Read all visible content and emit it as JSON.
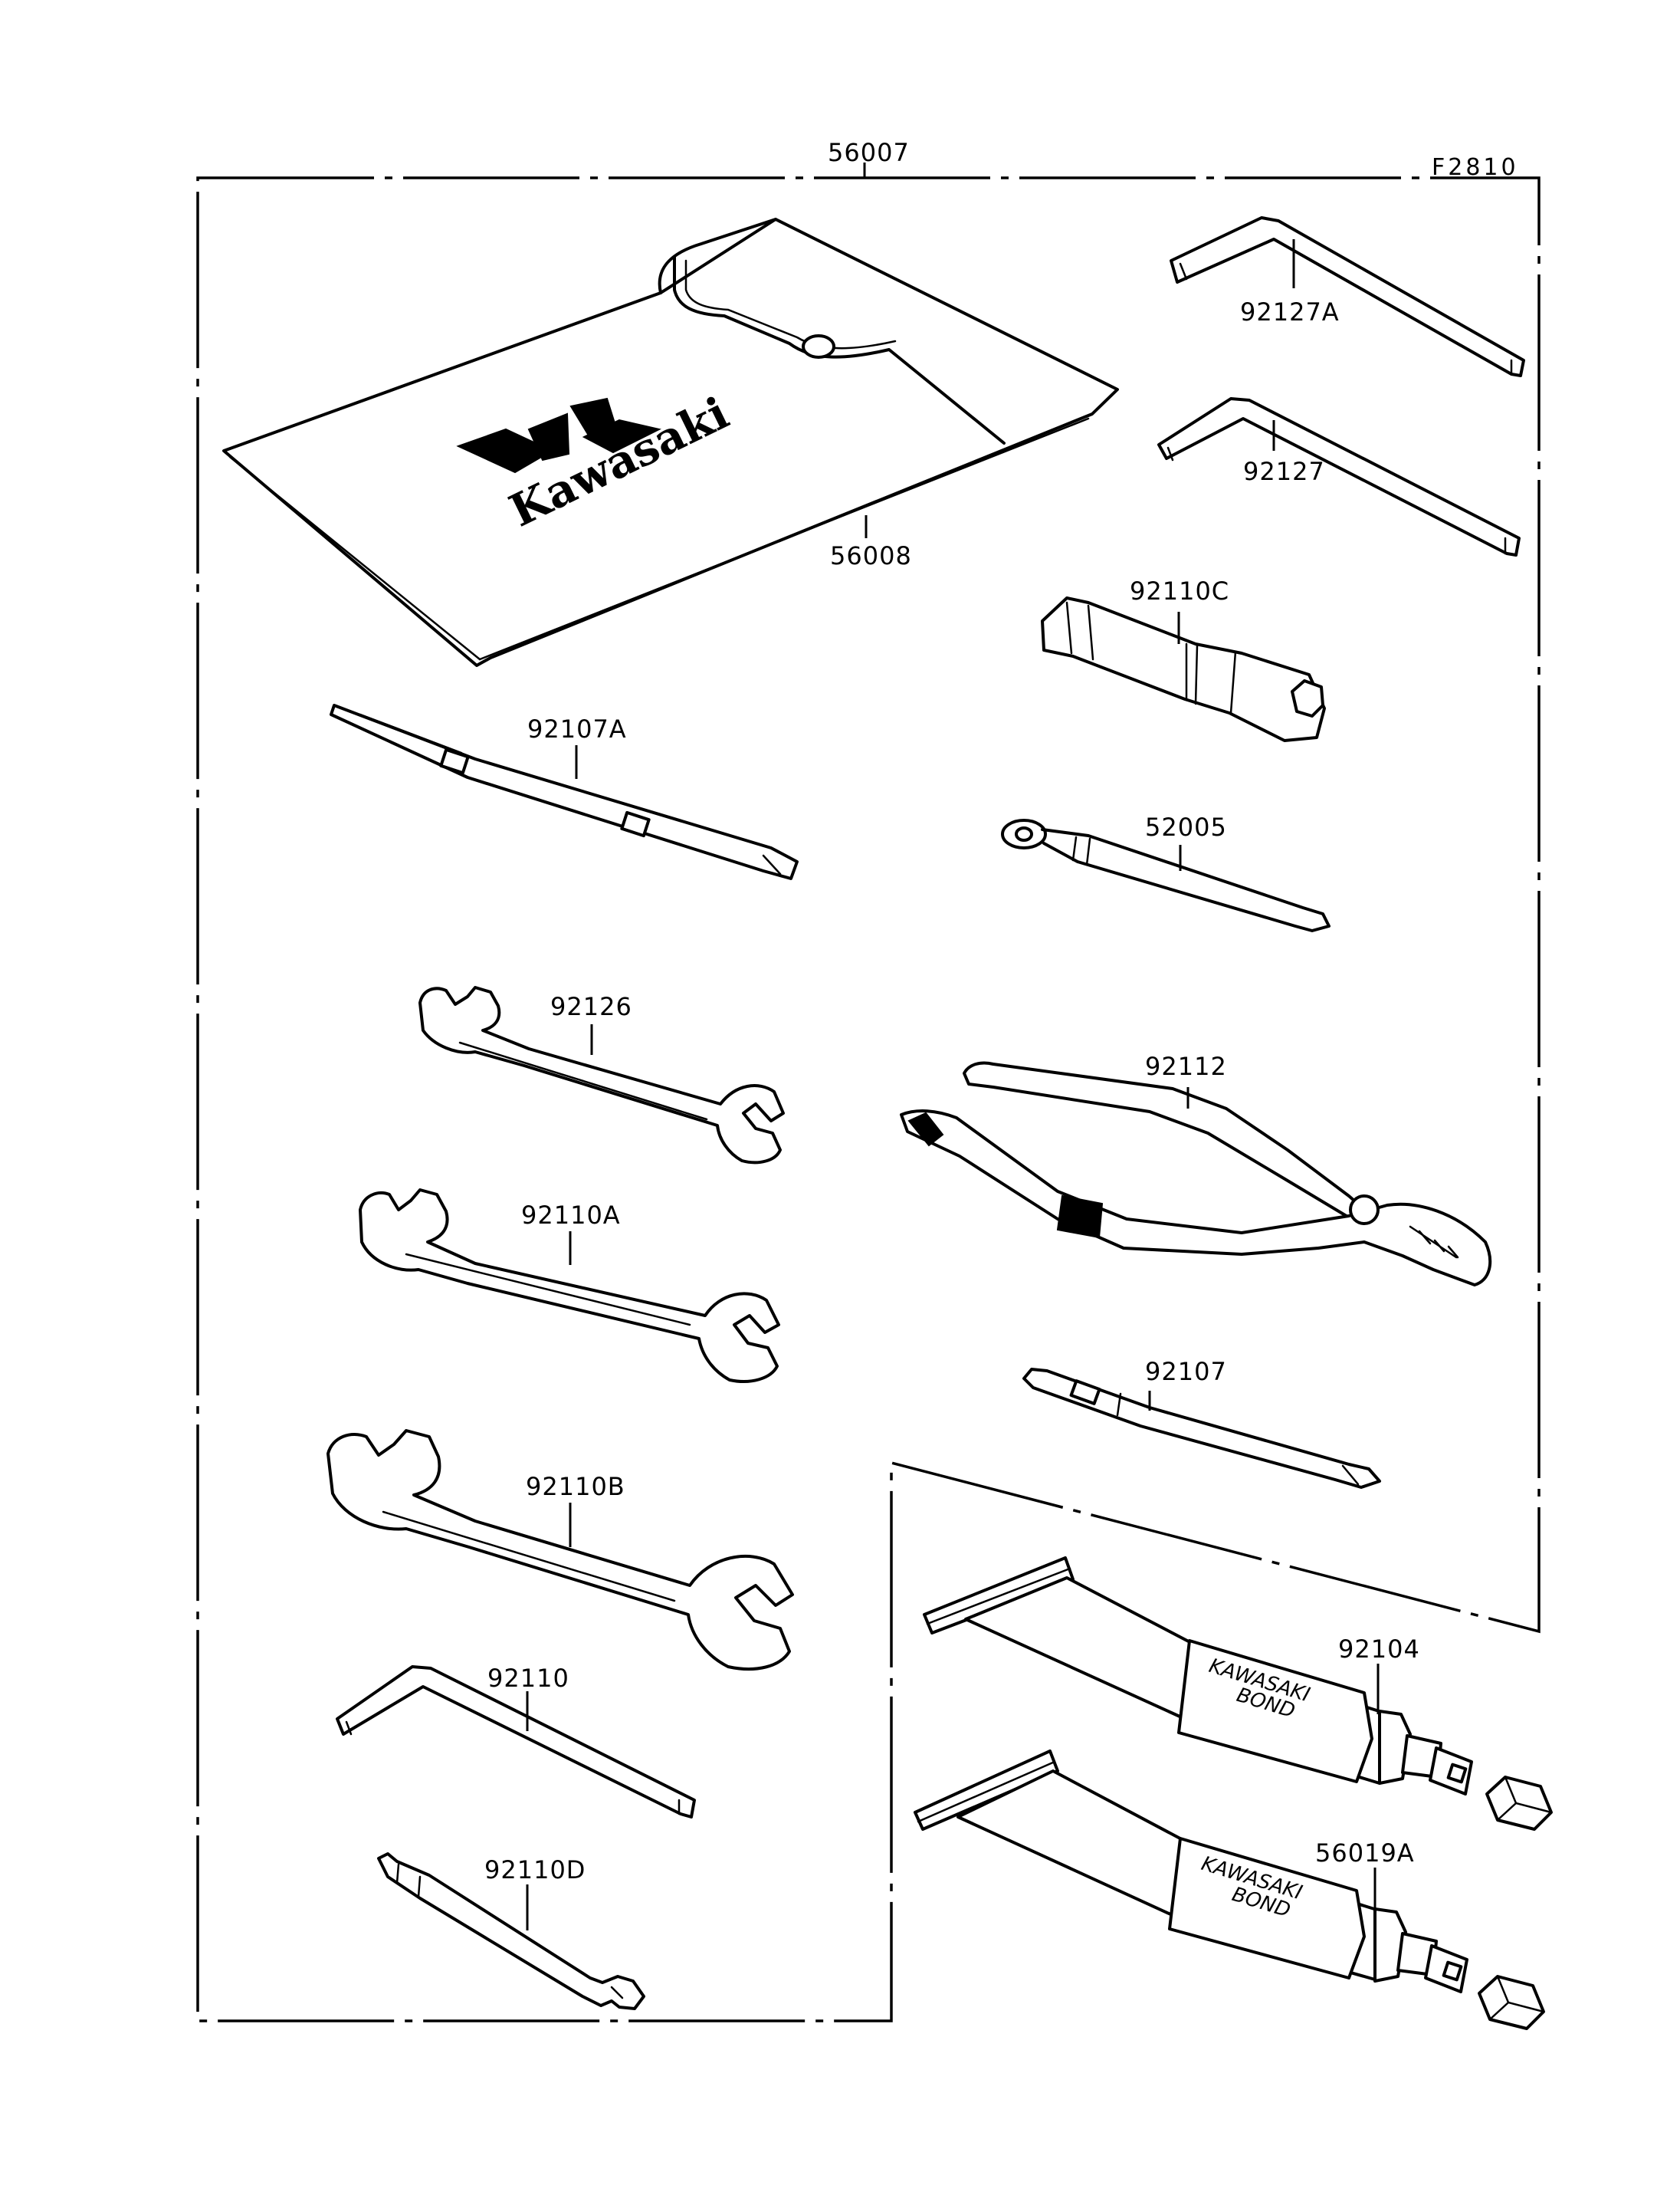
{
  "diagram": {
    "corner_code": "F2810",
    "kit_number": "56007",
    "brand": "Kawasaki",
    "tube_text_line1": "KAWASAKI",
    "tube_text_line2": "BOND",
    "parts": [
      {
        "id": "56008",
        "item": "tool-bag"
      },
      {
        "id": "92127A",
        "item": "hex-key-large"
      },
      {
        "id": "92127",
        "item": "hex-key"
      },
      {
        "id": "92110C",
        "item": "spark-plug-wrench"
      },
      {
        "id": "92107A",
        "item": "screwdriver-blade"
      },
      {
        "id": "52005",
        "item": "screwdriver-handle"
      },
      {
        "id": "92126",
        "item": "open-end-wrench-small"
      },
      {
        "id": "92112",
        "item": "pliers"
      },
      {
        "id": "92110A",
        "item": "open-end-wrench-medium"
      },
      {
        "id": "92107",
        "item": "screwdriver"
      },
      {
        "id": "92110B",
        "item": "open-end-wrench-large"
      },
      {
        "id": "92104",
        "item": "bond-tube"
      },
      {
        "id": "92110",
        "item": "hex-key-l"
      },
      {
        "id": "56019A",
        "item": "bond-tube"
      },
      {
        "id": "92110D",
        "item": "spoke-wrench"
      }
    ]
  }
}
